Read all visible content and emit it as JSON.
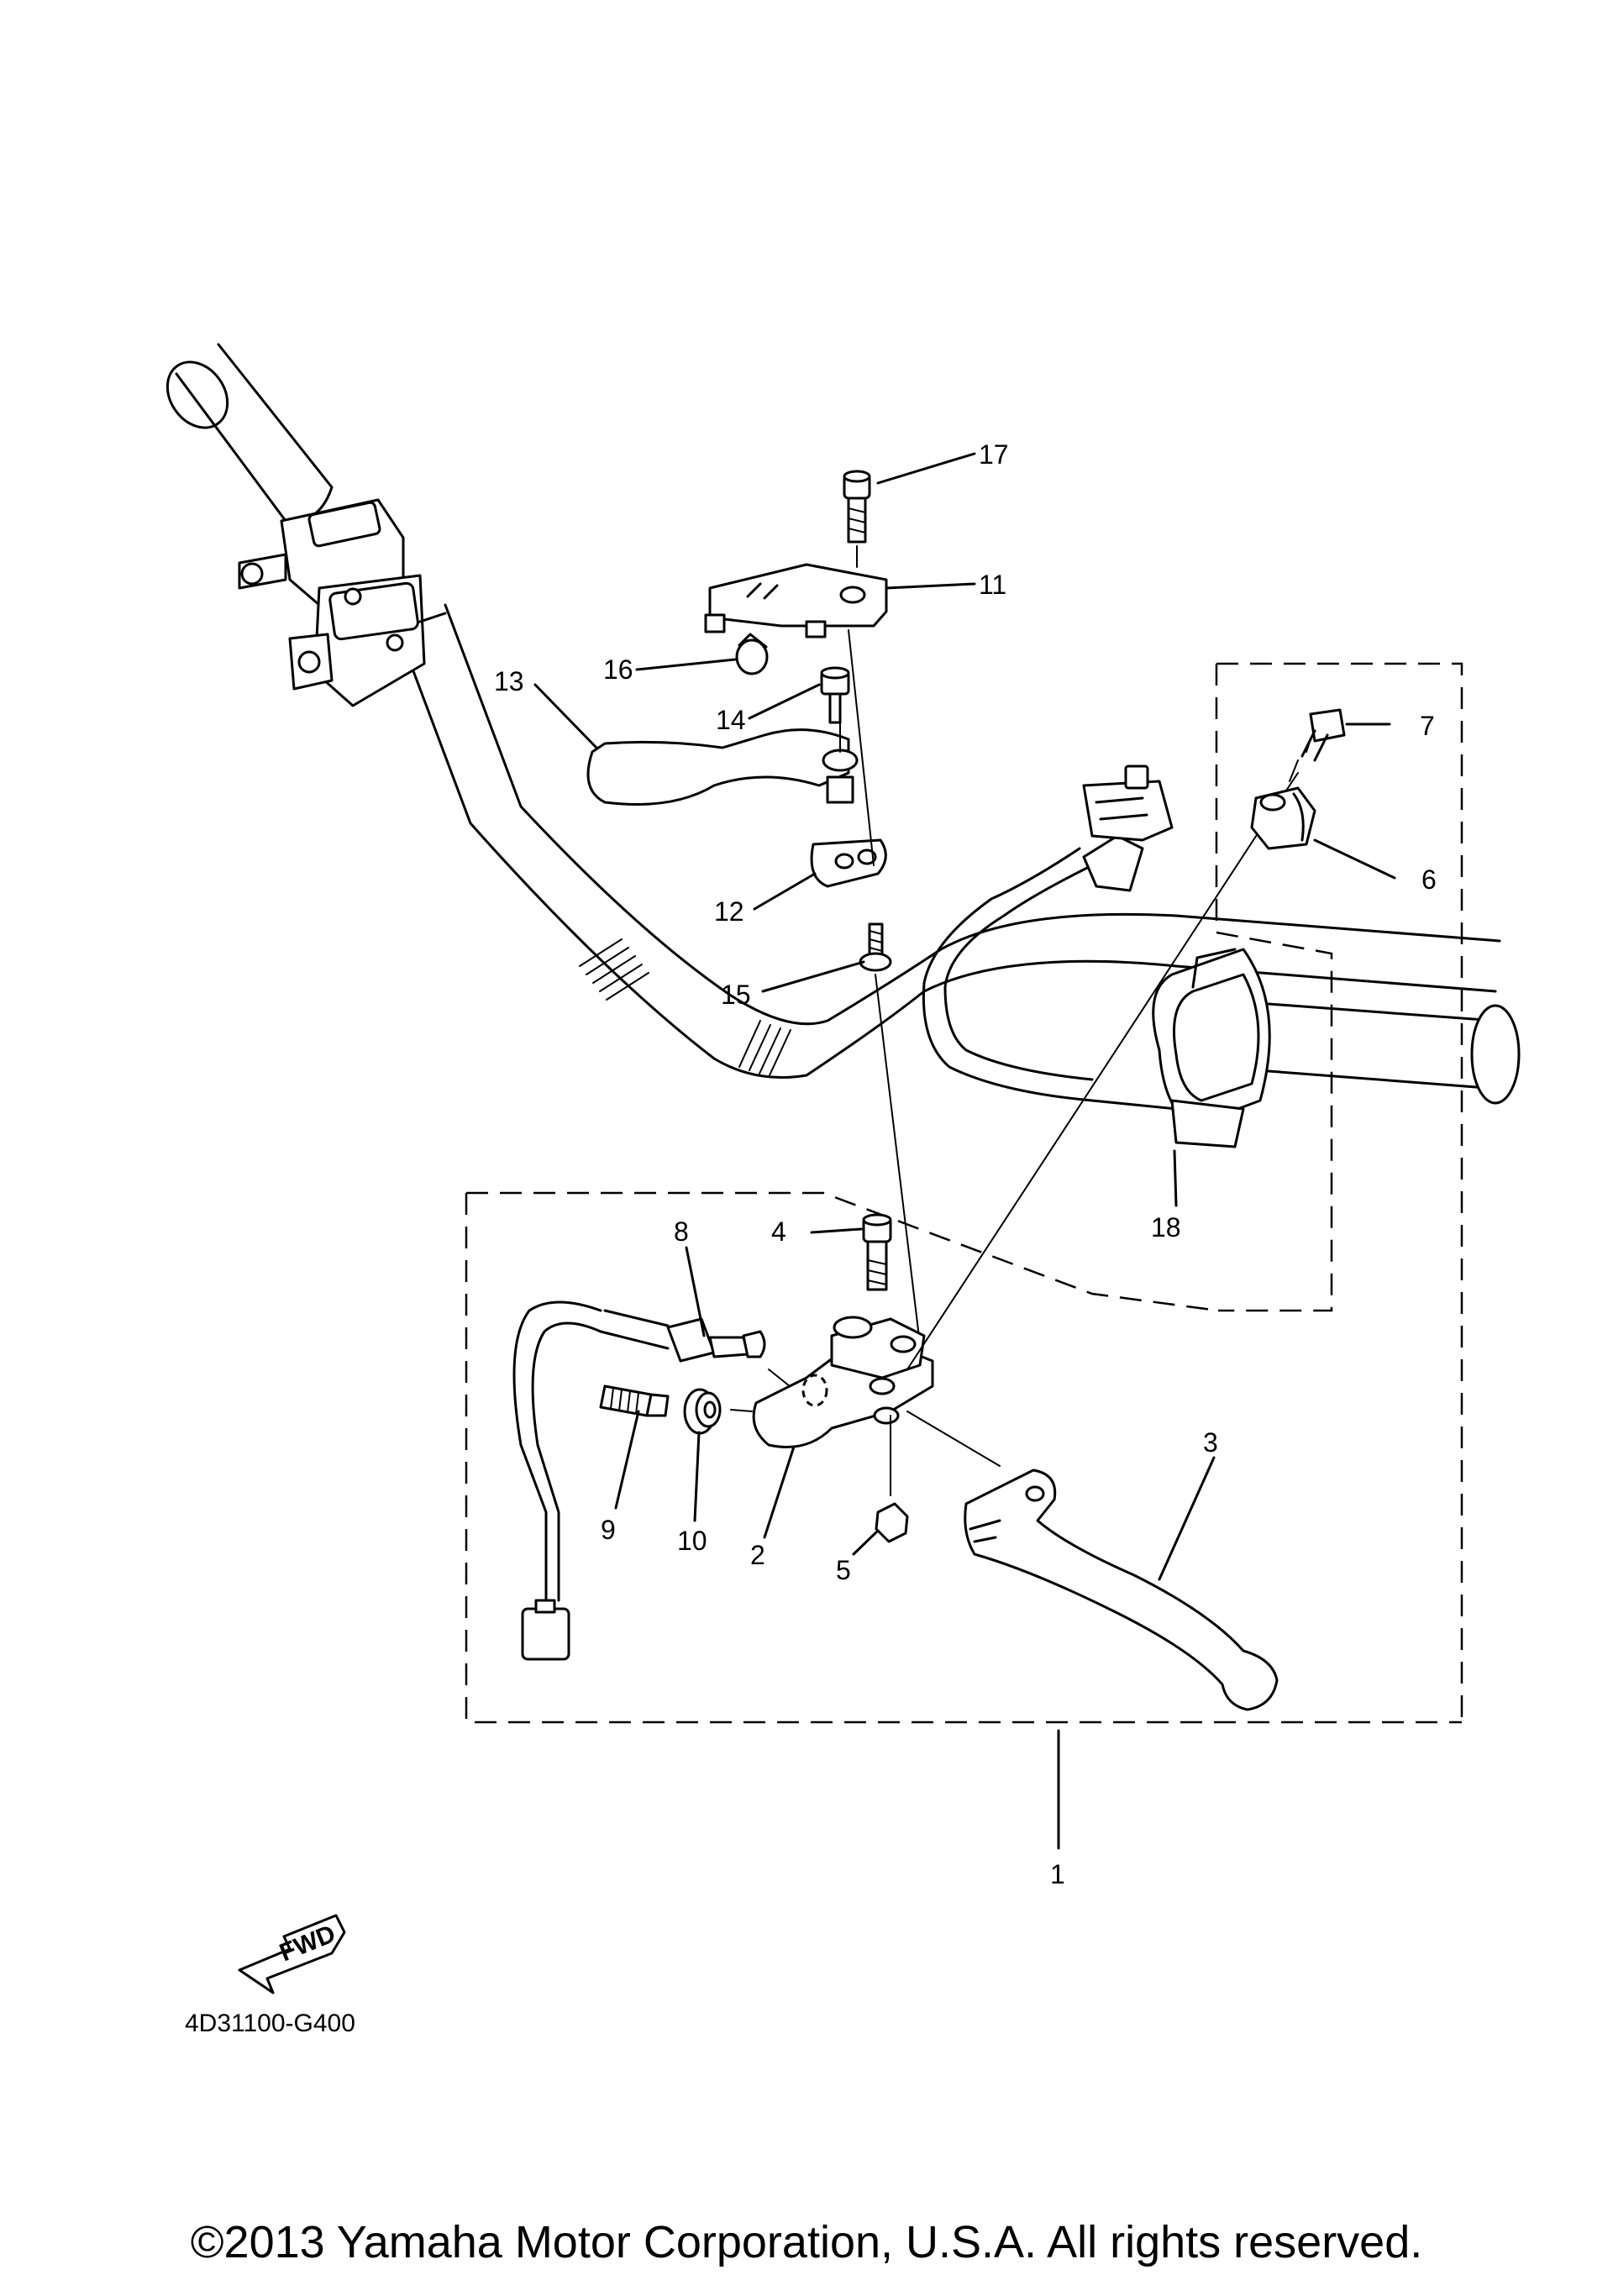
{
  "callouts": [
    "1",
    "2",
    "3",
    "4",
    "5",
    "6",
    "7",
    "8",
    "9",
    "10",
    "11",
    "12",
    "13",
    "14",
    "15",
    "16",
    "17",
    "18"
  ],
  "figure_code": "4D31100-G400",
  "fwd_label": "FWD",
  "copyright": "©2013 Yamaha Motor Corporation, U.S.A. All rights reserved."
}
